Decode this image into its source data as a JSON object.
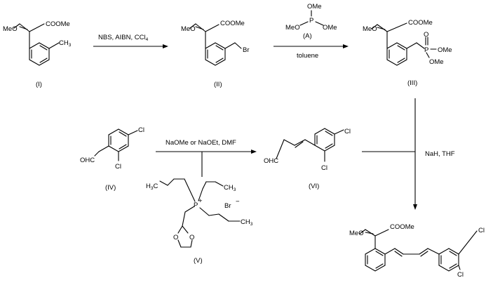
{
  "scheme": {
    "compound_I": {
      "label": "(I)",
      "ome": "MeO",
      "ester": "COOMe",
      "methyl": "CH",
      "methyl_sub": "3"
    },
    "compound_II": {
      "label": "(II)",
      "ome": "MeO",
      "ester": "COOMe",
      "halogen": "Br"
    },
    "compound_III": {
      "label": "(III)",
      "ome": "MeO",
      "ester": "COOMe",
      "phosphorus": "P",
      "oxygen": "O",
      "p_ome_1": "OMe",
      "p_ome_2": "OMe"
    },
    "reagent_A": {
      "label": "(A)",
      "phosphorus": "P",
      "ome_top": "OMe",
      "ome_left": "MeO",
      "ome_right": "OMe"
    },
    "compound_IV": {
      "label": "(IV)",
      "aldehyde": "OHC",
      "cl_para": "Cl",
      "cl_ortho": "Cl"
    },
    "compound_V": {
      "label": "(V)",
      "ch3_a": "H",
      "ch3_a2": "C",
      "ch3_a3": "3",
      "ch3_b": "CH",
      "ch3_b2": "3",
      "ch3_c": "CH",
      "ch3_c2": "3",
      "phosphonium": "P",
      "charge": "+",
      "bromide": "Br",
      "bromide_charge": "−",
      "ring_o1": "O",
      "ring_o2": "O"
    },
    "compound_VI": {
      "label": "(VI)",
      "aldehyde": "OHC",
      "cl_para": "Cl",
      "cl_ortho": "Cl"
    },
    "product": {
      "ome": "MeO",
      "ester": "COOMe",
      "cl_para": "Cl",
      "cl_ortho": "Cl"
    },
    "conditions": {
      "step1": "NBS, AIBN, CCl",
      "step1_sub": "4",
      "step2": "toluene",
      "step3": "NaOMe or NaOEt, DMF",
      "step4": "NaH, THF"
    }
  }
}
